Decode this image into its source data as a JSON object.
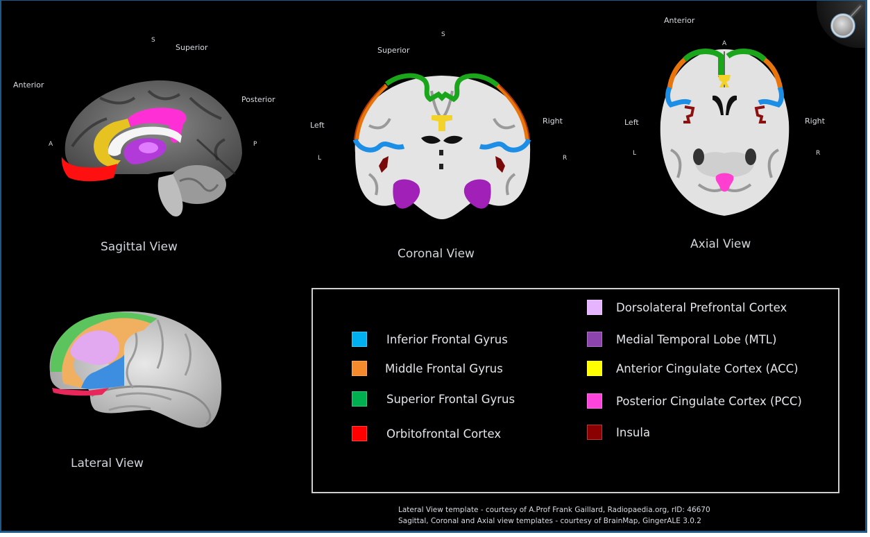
{
  "views": {
    "sagittal": {
      "caption": "Sagittal View",
      "labels": {
        "s": "S",
        "superior": "Superior",
        "anterior": "Anterior",
        "posterior": "Posterior",
        "a": "A",
        "p": "P"
      }
    },
    "coronal": {
      "caption": "Coronal View",
      "labels": {
        "s": "S",
        "superior": "Superior",
        "left": "Left",
        "right": "Right",
        "l": "L",
        "r": "R"
      }
    },
    "axial": {
      "caption": "Axial View",
      "labels": {
        "anterior": "Anterior",
        "a": "A",
        "left": "Left",
        "right": "Right",
        "l": "L",
        "r": "R"
      }
    },
    "lateral": {
      "caption": "Lateral View"
    }
  },
  "legend": {
    "left_column": [
      {
        "label": "Inferior Frontal Gyrus",
        "color": "#00b0f0"
      },
      {
        "label": "Middle Frontal Gyrus",
        "color": "#f58a2c"
      },
      {
        "label": "Superior Frontal Gyrus",
        "color": "#00b050"
      },
      {
        "label": "Orbitofrontal Cortex",
        "color": "#ff0000"
      }
    ],
    "right_column": [
      {
        "label": "Dorsolateral Prefrontal Cortex",
        "color": "#e6b3ff"
      },
      {
        "label": "Medial Temporal Lobe (MTL)",
        "color": "#8e44ad"
      },
      {
        "label": "Anterior Cingulate Cortex (ACC)",
        "color": "#ffff00"
      },
      {
        "label": "Posterior Cingulate Cortex (PCC)",
        "color": "#ff44dd"
      },
      {
        "label": "Insula",
        "color": "#8b0000"
      }
    ]
  },
  "credits": {
    "line1": "Lateral View template -   courtesy of A.Prof Frank Gaillard, Radiopaedia.org, rID: 46670",
    "line2": "Sagittal, Coronal and Axial view templates - courtesy of BrainMap, GingerALE 3.0.2"
  },
  "controls": {
    "zoom_icon": "magnifier-icon"
  }
}
